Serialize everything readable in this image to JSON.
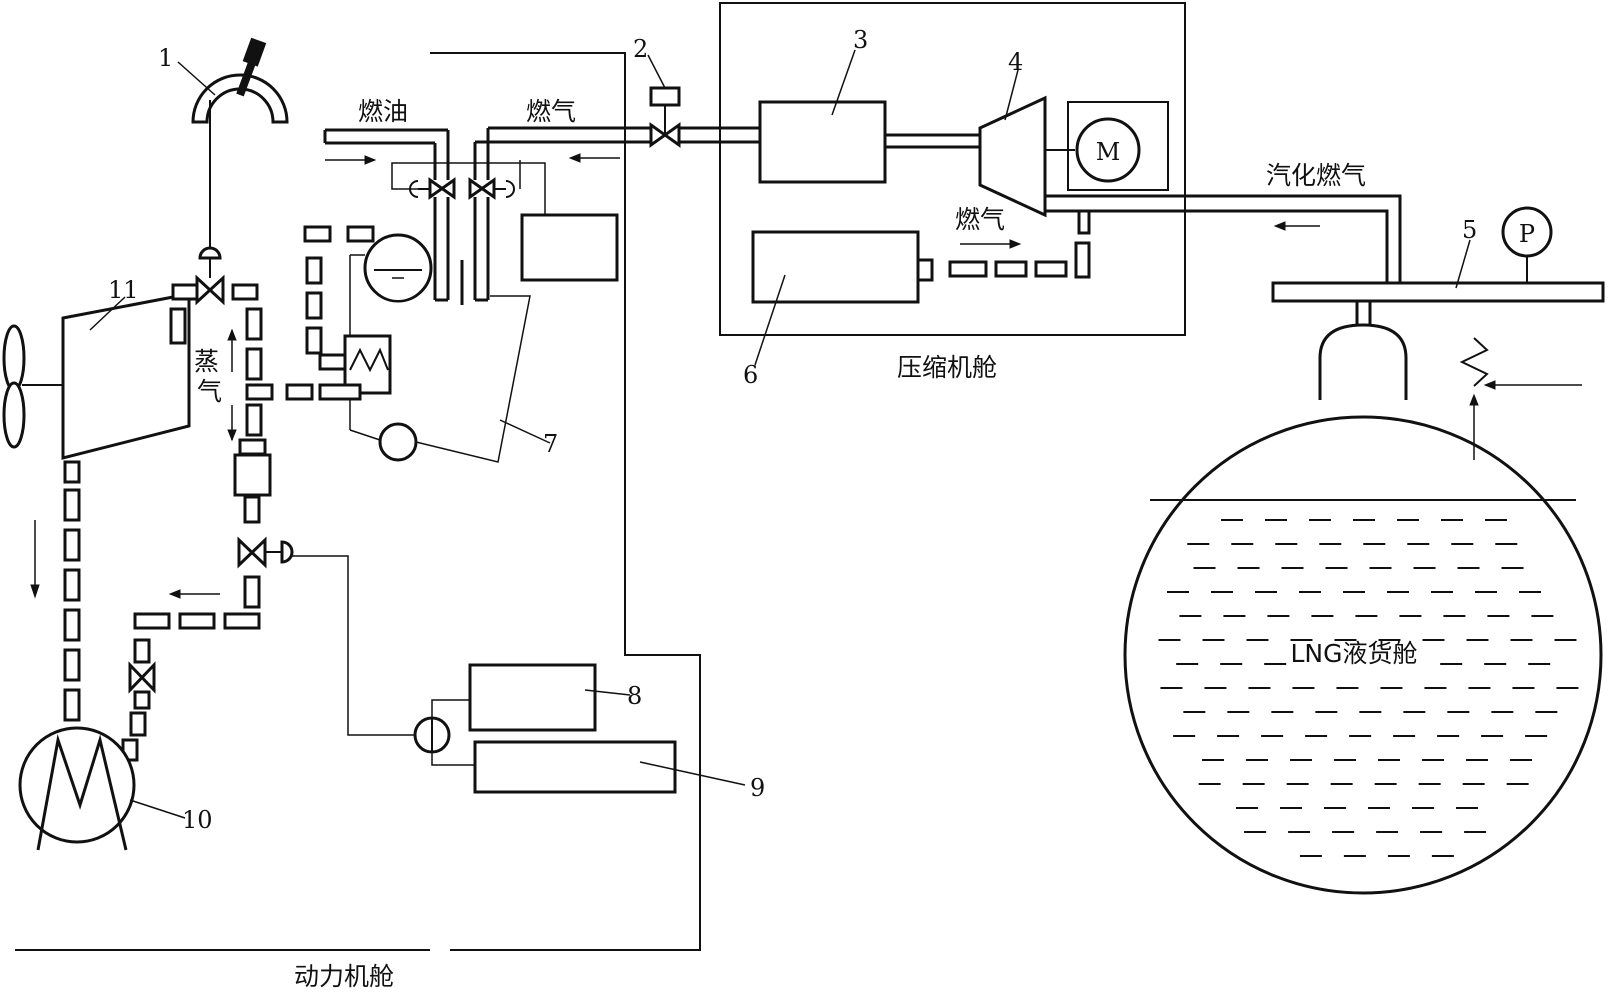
{
  "labels": {
    "fuel_oil": "燃油",
    "fuel_gas": "燃气",
    "fuel_gas_2": "燃气",
    "boiloff_gas": "汽化燃气",
    "steam_top": "蒸",
    "steam_bottom": "气",
    "motor": "M",
    "pressure": "P",
    "tank": "LNG液货舱",
    "compressor_room": "压缩机舱",
    "engine_room": "动力机舱"
  },
  "callouts": [
    "1",
    "2",
    "3",
    "4",
    "5",
    "6",
    "7",
    "8",
    "9",
    "10",
    "11"
  ],
  "icons": [
    "throttle-lever-icon",
    "valve-icon",
    "compressor-icon",
    "motor-icon",
    "pressure-gauge-icon",
    "heater-coil-icon",
    "propeller-icon",
    "boiler-icon",
    "pump-icon",
    "arrow-icon"
  ],
  "colors": {
    "line": "#111111",
    "background": "#ffffff"
  }
}
